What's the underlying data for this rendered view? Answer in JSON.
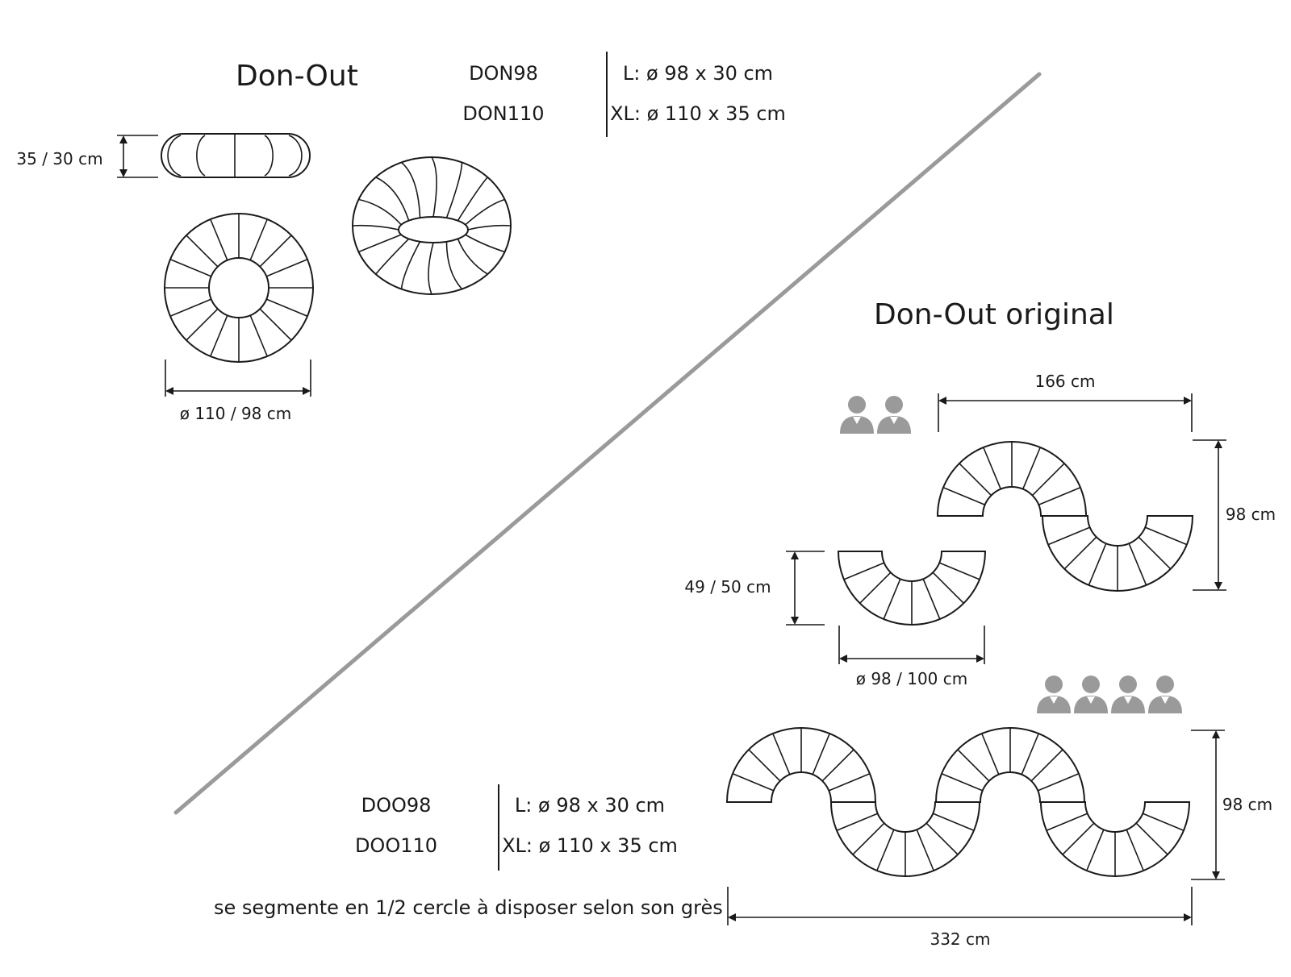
{
  "top_section": {
    "title": "Don-Out",
    "refs": [
      "DON98",
      "DON110"
    ],
    "specs": [
      "L: ø 98 x 30 cm",
      "XL: ø 110 x 35 cm"
    ],
    "height_label": "35 / 30 cm",
    "diameter_label": "ø 110 / 98 cm"
  },
  "bottom_section": {
    "title": "Don-Out original",
    "refs": [
      "DOO98",
      "DOO110"
    ],
    "specs": [
      "L: ø 98 x 30 cm",
      "XL: ø 110 x 35 cm"
    ],
    "note": "se segmente en 1/2 cercle à disposer selon son grès",
    "half_height_label": "49 / 50 cm",
    "half_diameter_label": "ø 98 / 100 cm",
    "two_seat_width_label": "166 cm",
    "two_seat_depth_label": "98 cm",
    "four_seat_width_label": "332 cm",
    "four_seat_depth_label": "98 cm",
    "two_seat_persons": 2,
    "four_seat_persons": 4
  },
  "colors": {
    "ink": "#1a1a1a",
    "divider": "#9a9a9a",
    "person": "#9a9a9a"
  },
  "icons": [
    "person-icon"
  ]
}
